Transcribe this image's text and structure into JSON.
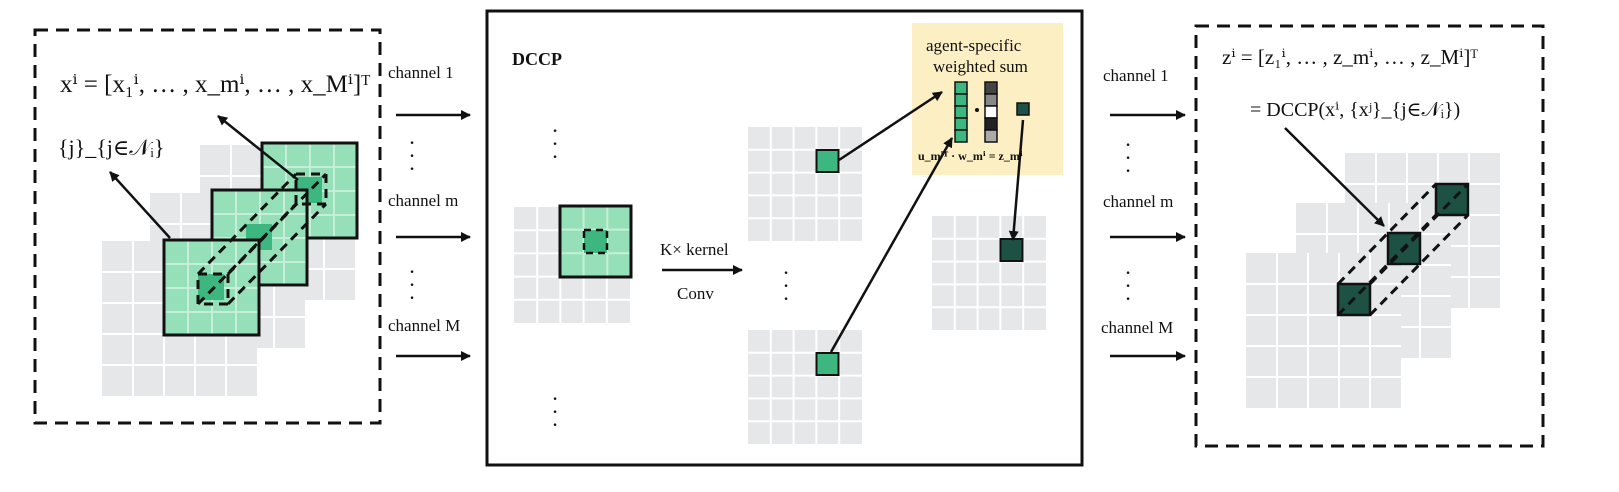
{
  "left_panel": {
    "x_vector": "xⁱ = [x₁ⁱ, … , x_mⁱ, … , x_Mⁱ]ᵀ",
    "neighbor_set": "{j}_{j∈𝒩ᵢ}"
  },
  "channels_left": [
    "channel 1",
    "channel m",
    "channel M"
  ],
  "center_panel": {
    "title": "DCCP",
    "conv_label_top": "K× kernel",
    "conv_label_bottom": "Conv",
    "weighted_sum_title_line1": "agent-specific",
    "weighted_sum_title_line2": "weighted sum",
    "weighted_sum_formula": "u_mⁱᵀ · w_mⁱ = z_mⁱ",
    "box_color": "#fcefc4"
  },
  "channels_right": [
    "channel 1",
    "channel m",
    "channel M"
  ],
  "right_panel": {
    "z_vector": "zⁱ = [z₁ⁱ, … , z_mⁱ, … , z_Mⁱ]ᵀ",
    "z_def": "= DCCP(xⁱ, {xʲ}_{j∈𝒩ᵢ})"
  },
  "colors": {
    "grid_gray": "#e6e7e8",
    "green_light": "#95e0b8",
    "green_mid": "#3db67f",
    "green_dark": "#1d5144"
  }
}
